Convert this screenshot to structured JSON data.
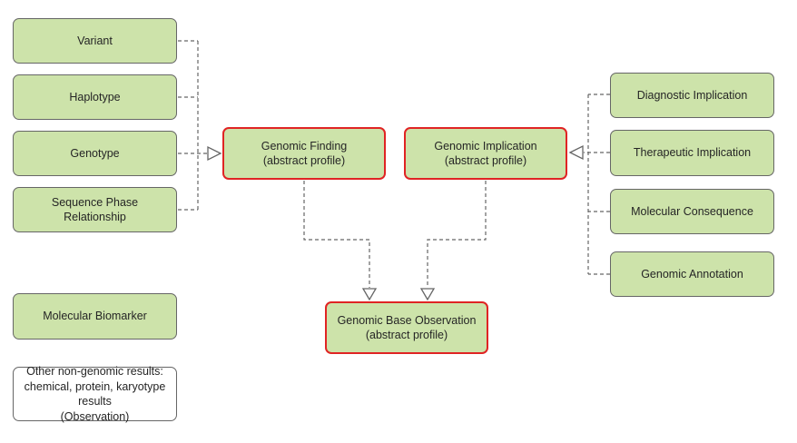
{
  "diagram": {
    "colors": {
      "node_fill": "#cde3aa",
      "node_border": "#666666",
      "abstract_node_border": "#e02424",
      "connector": "#666666",
      "background": "#ffffff"
    },
    "nodes": {
      "variant": {
        "label": "Variant"
      },
      "haplotype": {
        "label": "Haplotype"
      },
      "genotype": {
        "label": "Genotype"
      },
      "sequence_phase": {
        "label": "Sequence Phase Relationship"
      },
      "molecular_biomarker": {
        "label": "Molecular Biomarker"
      },
      "other_non_genomic": {
        "label": "Other non-genomic results:\nchemical, protein, karyotype results\n(Observation)"
      },
      "genomic_finding": {
        "label": "Genomic Finding",
        "sublabel": "(abstract profile)"
      },
      "genomic_implication": {
        "label": "Genomic Implication",
        "sublabel": "(abstract profile)"
      },
      "genomic_base_observation": {
        "label": "Genomic Base Observation",
        "sublabel": "(abstract profile)"
      },
      "diagnostic_implication": {
        "label": "Diagnostic Implication"
      },
      "therapeutic_implication": {
        "label": "Therapeutic Implication"
      },
      "molecular_consequence": {
        "label": "Molecular Consequence"
      },
      "genomic_annotation": {
        "label": "Genomic Annotation"
      }
    },
    "edges": [
      {
        "from": "Variant",
        "to": "Genomic Finding (abstract profile)",
        "style": "dashed-hollow-triangle"
      },
      {
        "from": "Haplotype",
        "to": "Genomic Finding (abstract profile)",
        "style": "dashed-hollow-triangle"
      },
      {
        "from": "Genotype",
        "to": "Genomic Finding (abstract profile)",
        "style": "dashed-hollow-triangle"
      },
      {
        "from": "Sequence Phase Relationship",
        "to": "Genomic Finding (abstract profile)",
        "style": "dashed-hollow-triangle"
      },
      {
        "from": "Diagnostic Implication",
        "to": "Genomic Implication (abstract profile)",
        "style": "dashed-hollow-triangle"
      },
      {
        "from": "Therapeutic Implication",
        "to": "Genomic Implication (abstract profile)",
        "style": "dashed-hollow-triangle"
      },
      {
        "from": "Molecular Consequence",
        "to": "Genomic Implication (abstract profile)",
        "style": "dashed-hollow-triangle"
      },
      {
        "from": "Genomic Annotation",
        "to": "Genomic Implication (abstract profile)",
        "style": "dashed-hollow-triangle"
      },
      {
        "from": "Genomic Finding (abstract profile)",
        "to": "Genomic Base Observation (abstract profile)",
        "style": "dashed-hollow-triangle"
      },
      {
        "from": "Genomic Implication (abstract profile)",
        "to": "Genomic Base Observation (abstract profile)",
        "style": "dashed-hollow-triangle"
      }
    ]
  }
}
